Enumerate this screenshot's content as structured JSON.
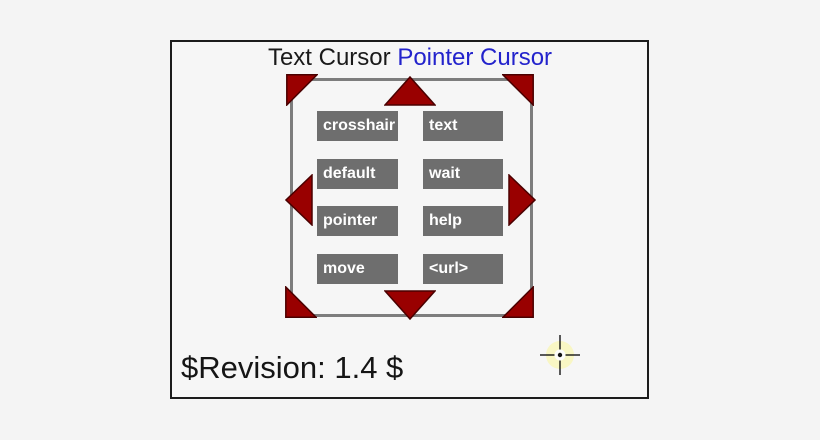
{
  "header": {
    "text_cursor_label": "Text Cursor",
    "pointer_cursor_label": "Pointer Cursor"
  },
  "buttons": [
    "crosshair",
    "text",
    "default",
    "wait",
    "pointer",
    "help",
    "move",
    "<url>"
  ],
  "footer": {
    "revision": "$Revision: 1.4 $"
  },
  "icons": {
    "arrows": "resize-arrow-triangles",
    "cursor": "crosshair-cursor-with-glow"
  },
  "colors": {
    "arrow_red": "#990000",
    "arrow_edge": "#4a0000",
    "frame_gray": "#7d7d7d",
    "button_gray": "#6e6e6e",
    "link_blue": "#2323cc",
    "glow_yellow": "#f8f6c4",
    "page_bg": "#f4f4f4"
  }
}
